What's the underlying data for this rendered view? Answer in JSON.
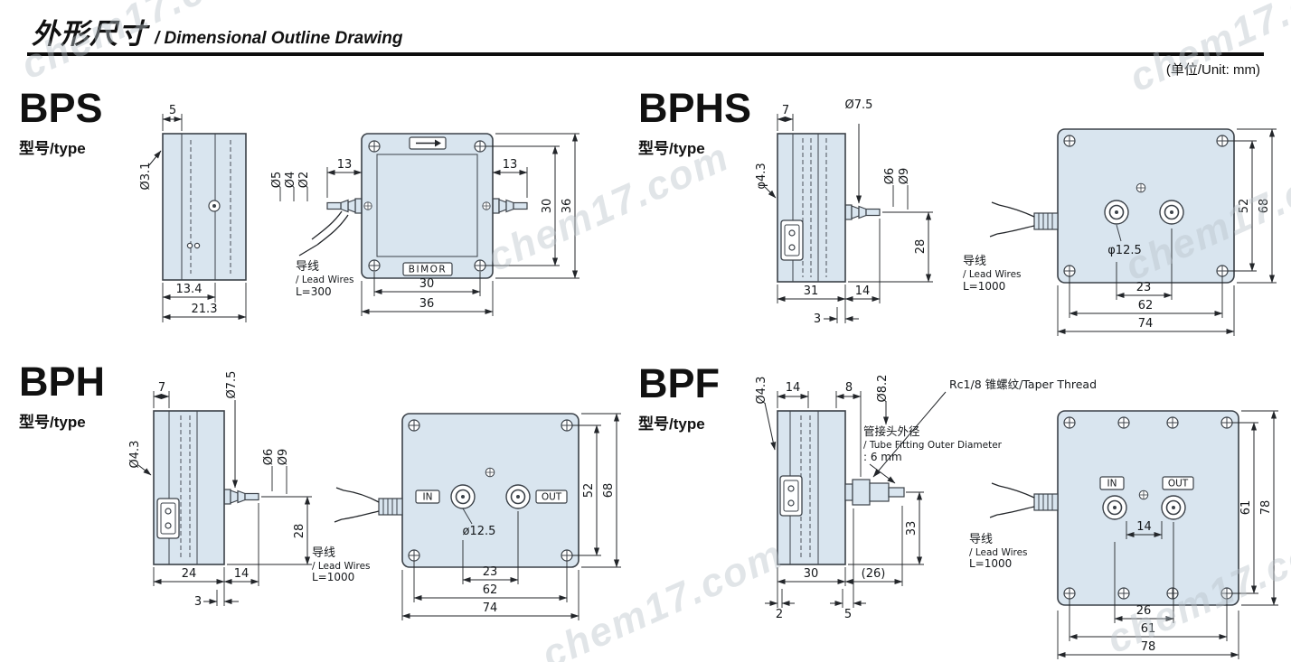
{
  "header": {
    "title_cn": "外形尺寸",
    "title_en": "/ Dimensional Outline Drawing",
    "unit": "(单位/Unit: mm)"
  },
  "watermark": {
    "text": "chem17.com"
  },
  "bps": {
    "model": "BPS",
    "type_label": "型号/type",
    "brand": "BIMOR",
    "lead": {
      "cn": "导线",
      "en": "/ Lead Wires",
      "len": "L=300"
    },
    "d": {
      "top5": "5",
      "dia31": "Ø3.1",
      "w134": "13.4",
      "w213": "21.3",
      "noz_l": "13",
      "noz_r": "13",
      "dia5": "Ø5",
      "dia4": "Ø4",
      "dia2": "Ø2",
      "b30": "30",
      "b36": "36",
      "r30": "30",
      "r36": "36"
    }
  },
  "bphs": {
    "model": "BPHS",
    "type_label": "型号/type",
    "lead": {
      "cn": "导线",
      "en": "/ Lead Wires",
      "len": "L=1000"
    },
    "d": {
      "top7": "7",
      "dia75": "Ø7.5",
      "dia43": "φ4.3",
      "dia6": "Ø6",
      "dia9": "Ø9",
      "h28": "28",
      "b31": "31",
      "b14": "14",
      "b3": "3",
      "dia125": "φ12.5",
      "b23": "23",
      "b62": "62",
      "b74": "74",
      "r52": "52",
      "r68": "68"
    }
  },
  "bph": {
    "model": "BPH",
    "type_label": "型号/type",
    "lead": {
      "cn": "导线",
      "en": "/ Lead Wires",
      "len": "L=1000"
    },
    "d": {
      "top7": "7",
      "dia75": "Ø7.5",
      "dia43": "Ø4.3",
      "dia6": "Ø6",
      "dia9": "Ø9",
      "h28": "28",
      "b24": "24",
      "b14": "14",
      "b3": "3",
      "in": "IN",
      "out": "OUT",
      "dia125": "ø12.5",
      "b23": "23",
      "b62": "62",
      "b74": "74",
      "r52": "52",
      "r68": "68"
    }
  },
  "bpf": {
    "model": "BPF",
    "type_label": "型号/type",
    "lead": {
      "cn": "导线",
      "en": "/ Lead Wires",
      "len": "L=1000"
    },
    "callouts": {
      "taper": "Rc1/8 锥螺纹/Taper Thread",
      "tube_cn": "管接头外径",
      "tube_en": "/ Tube Fitting Outer Diameter",
      "tube_val": ": 6 mm"
    },
    "d": {
      "dia43": "Ø4.3",
      "t14": "14",
      "t8": "8",
      "dia82": "Ø8.2",
      "h33": "33",
      "b30": "30",
      "b26": "(26)",
      "b2": "2",
      "b5": "5",
      "in": "IN",
      "out": "OUT",
      "p14": "14",
      "b26f": "26",
      "b61": "61",
      "b78": "78",
      "r61": "61",
      "r78": "78"
    }
  }
}
